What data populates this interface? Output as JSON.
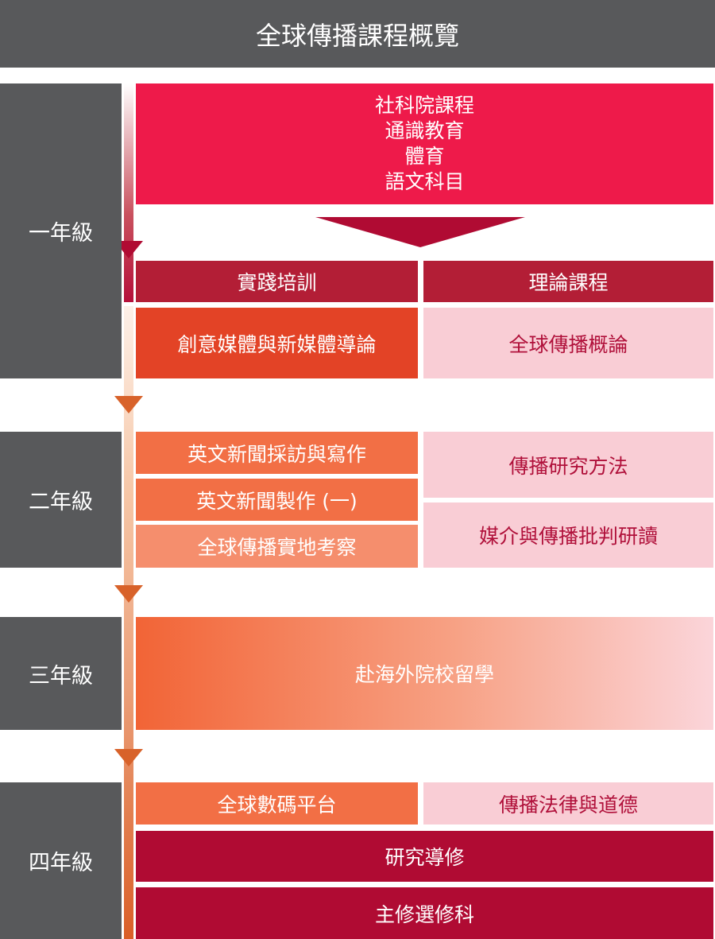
{
  "title": "全球傳播課程概覽",
  "colors": {
    "gray": "#58595b",
    "crimson": "#b00b33",
    "red": "#ee1a4a",
    "orange": "#f26f45",
    "pink": "#f9cdd5"
  },
  "years": [
    "一年級",
    "二年級",
    "三年級",
    "四年級"
  ],
  "year1": {
    "common": [
      "社科院課程",
      "通識教育",
      "體育",
      "語文科目"
    ],
    "practice_head": "實踐培訓",
    "theory_head": "理論課程",
    "practice": "創意媒體與新媒體導論",
    "theory": "全球傳播概論"
  },
  "year2": {
    "practice": [
      "英文新聞採訪與寫作",
      "英文新聞製作 (一)",
      "全球傳播實地考察"
    ],
    "theory": [
      "傳播研究方法",
      "媒介與傳播批判研讀"
    ]
  },
  "year3": {
    "exchange": "赴海外院校留學"
  },
  "year4": {
    "practice": "全球數碼平台",
    "theory": "傳播法律與道德",
    "project": "研究導修",
    "electives": "主修選修科"
  }
}
